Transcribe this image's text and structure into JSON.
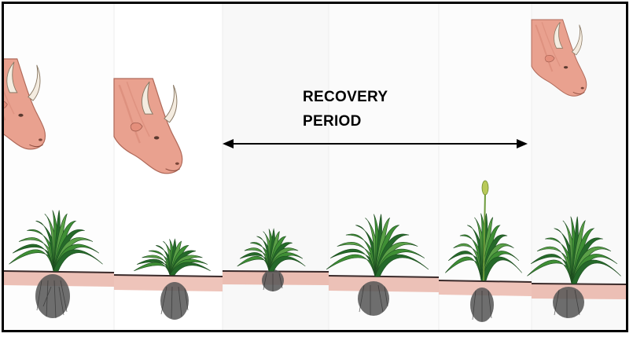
{
  "recovery_label": {
    "line1": "RECOVERY",
    "line2": "PERIOD"
  },
  "colors": {
    "frame": "#000000",
    "arrow": "#000000",
    "cow": "#e9a18f",
    "plant": "#2f7d2a",
    "soil": "#e7b3a9",
    "roots": "#4a4a4a"
  },
  "panels": [
    {
      "name": "grazing-panel-1",
      "cow": true,
      "plant": "large"
    },
    {
      "name": "grazing-panel-2",
      "cow": true,
      "plant": "grazed"
    },
    {
      "name": "recovery-panel-1",
      "cow": false,
      "plant": "small"
    },
    {
      "name": "recovery-panel-2",
      "cow": false,
      "plant": "medium"
    },
    {
      "name": "recovery-panel-3",
      "cow": false,
      "plant": "flowering"
    },
    {
      "name": "grazing-panel-3",
      "cow": true,
      "plant": "large"
    }
  ]
}
